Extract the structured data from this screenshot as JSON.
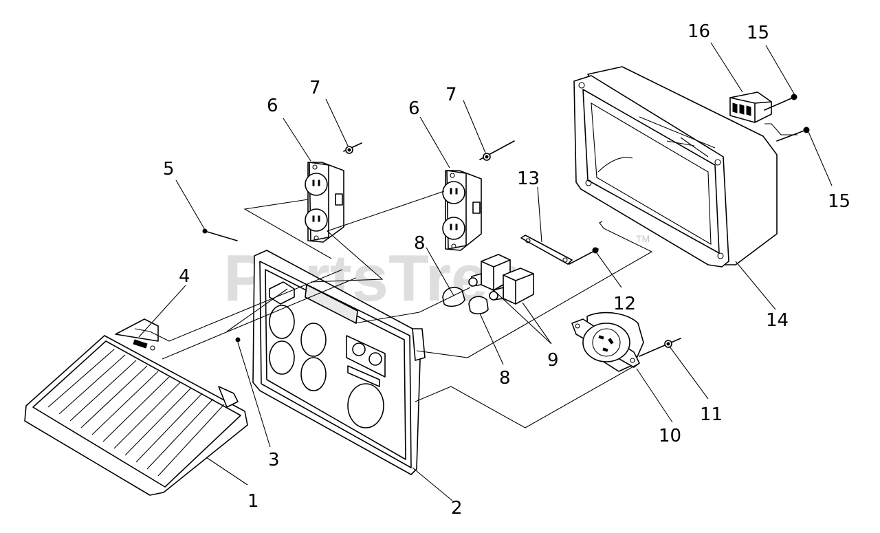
{
  "watermark": {
    "text": "PartsTree",
    "trademark": "TM"
  },
  "callouts": {
    "c1": "1",
    "c2": "2",
    "c3": "3",
    "c4": "4",
    "c5": "5",
    "c6a": "6",
    "c6b": "6",
    "c7a": "7",
    "c7b": "7",
    "c8a": "8",
    "c8b": "8",
    "c9": "9",
    "c10": "10",
    "c11": "11",
    "c12": "12",
    "c13": "13",
    "c14": "14",
    "c15a": "15",
    "c15b": "15",
    "c16": "16"
  }
}
